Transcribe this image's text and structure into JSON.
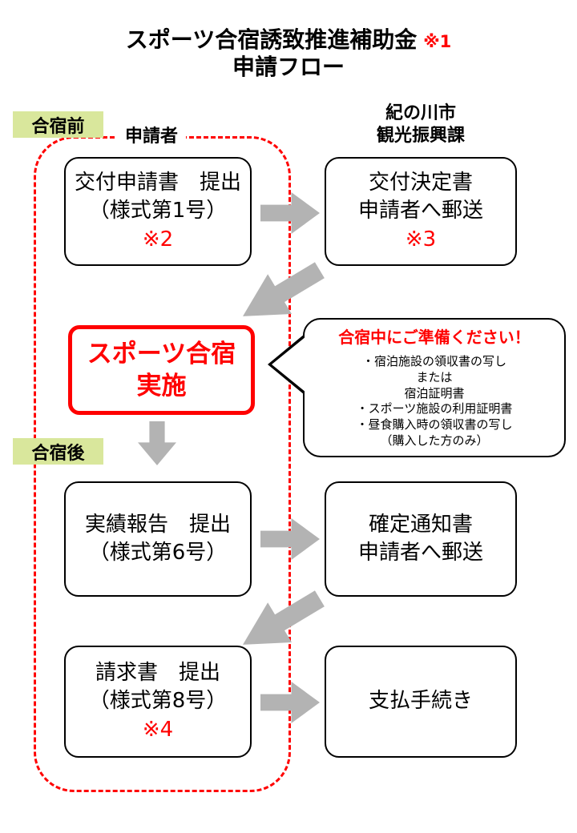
{
  "title": {
    "line1": "スポーツ合宿誘致推進補助金",
    "line1_note": "※1",
    "line2": "申請フロー"
  },
  "headers": {
    "applicant": "申請者",
    "city_line1": "紀の川市",
    "city_line2": "観光振興課"
  },
  "stage_labels": {
    "before_camp": "合宿前",
    "after_camp": "合宿後"
  },
  "boxes": {
    "application": {
      "line1": "交付申請書　提出",
      "line2": "（様式第1号）",
      "note": "※2"
    },
    "grant_decision": {
      "line1": "交付決定書",
      "line2": "申請者へ郵送",
      "note": "※3"
    },
    "camp": {
      "line1": "スポーツ合宿",
      "line2": "実施"
    },
    "result_report": {
      "line1": "実績報告　提出",
      "line2": "（様式第6号）"
    },
    "confirm_notice": {
      "line1": "確定通知書",
      "line2": "申請者へ郵送"
    },
    "invoice": {
      "line1": "請求書　提出",
      "line2": "（様式第8号）",
      "note": "※4"
    },
    "payment": {
      "line1": "支払手続き"
    }
  },
  "bubble": {
    "title": "合宿中にご準備ください！",
    "lines": [
      "・宿泊施設の領収書の写し",
      "または",
      "宿泊証明書",
      "・スポーツ施設の利用証明書",
      "・昼食購入時の領収書の写し",
      "（購入した方のみ）"
    ]
  },
  "colors": {
    "accent_red": "#ff0000",
    "label_green": "#d9e79c",
    "arrow_gray": "#b3b3b3"
  }
}
